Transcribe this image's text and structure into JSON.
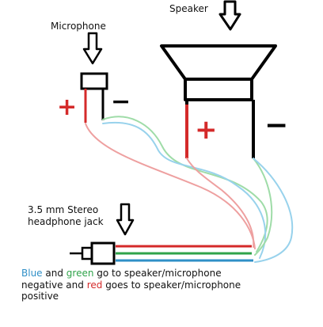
{
  "labels": {
    "speaker": "Speaker",
    "microphone": "Microphone",
    "jack_line1": "3.5 mm Stereo",
    "jack_line2": "headphone jack"
  },
  "polarity": {
    "mic_positive": "+",
    "mic_negative": "−",
    "speaker_positive": "+",
    "speaker_negative": "−"
  },
  "caption": {
    "blue": "Blue",
    "and": " and ",
    "green": "green",
    "rest1": " go to speaker/microphone negative and",
    "red": "red",
    "rest2": " goes to speaker/microphone positive"
  },
  "colors": {
    "red": "#d42a2a",
    "green": "#2fa34a",
    "blue": "#2f8fc7",
    "red_light": "#eea0a0",
    "green_light": "#9fdca8",
    "blue_light": "#98d2ec"
  }
}
